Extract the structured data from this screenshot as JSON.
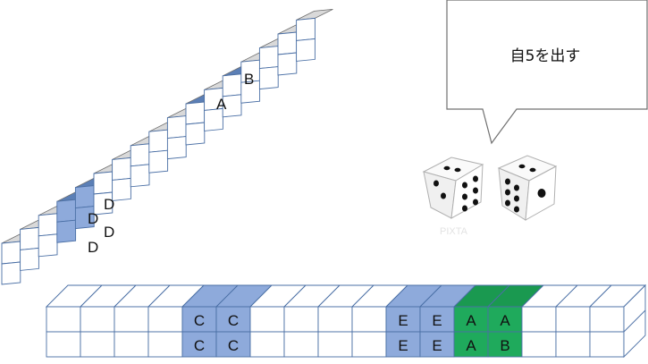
{
  "callout": {
    "text": "自5を出す"
  },
  "dice_watermark": "PIXTA",
  "colors": {
    "blue_light": "#8eaadb",
    "blue_top": "#5b7fb6",
    "blue_side": "#6f8fc6",
    "green_front": "#1faa5c",
    "green_top": "#1a9950",
    "white_face": "#ffffff",
    "grey_top": "#d9d9d9",
    "edge": "#4a6fa5"
  },
  "diagonal_labels": {
    "A": "A",
    "B": "B",
    "D1": "D",
    "D2": "D",
    "D3": "D",
    "D4": "D"
  },
  "bottom_row": {
    "top_labels": [
      "",
      "",
      "",
      "",
      "C",
      "C",
      "",
      "",
      "",
      "",
      "E",
      "E",
      "A",
      "A",
      "",
      "",
      ""
    ],
    "bottom_labels": [
      "",
      "",
      "",
      "",
      "C",
      "C",
      "",
      "",
      "",
      "",
      "E",
      "E",
      "A",
      "B",
      "",
      "",
      ""
    ],
    "fills": [
      "w",
      "w",
      "w",
      "w",
      "b",
      "b",
      "w",
      "w",
      "w",
      "w",
      "b",
      "b",
      "g",
      "g",
      "w",
      "w",
      "w"
    ]
  }
}
